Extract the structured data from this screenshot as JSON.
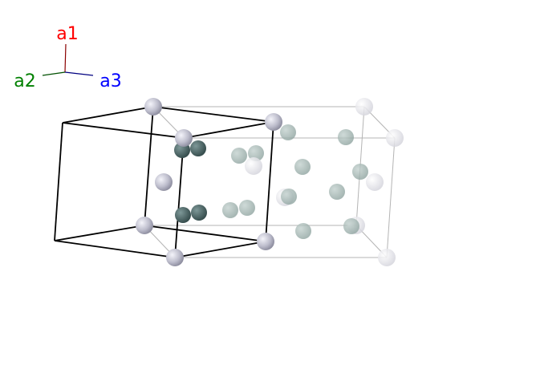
{
  "axes": {
    "a1": {
      "label": "a1",
      "color": "#ff0000",
      "line_color": "#8b0000"
    },
    "a2": {
      "label": "a2",
      "color": "#008000",
      "line_color": "#005000"
    },
    "a3": {
      "label": "a3",
      "color": "#0000ff",
      "line_color": "#000080"
    }
  },
  "colors": {
    "unit_cell": "#000000",
    "supercell": "#b0b0b0",
    "atom_lavender": "#b8b8c8",
    "atom_dark_teal": "#4a6464",
    "atom_light_teal": "#a0b4b0"
  }
}
